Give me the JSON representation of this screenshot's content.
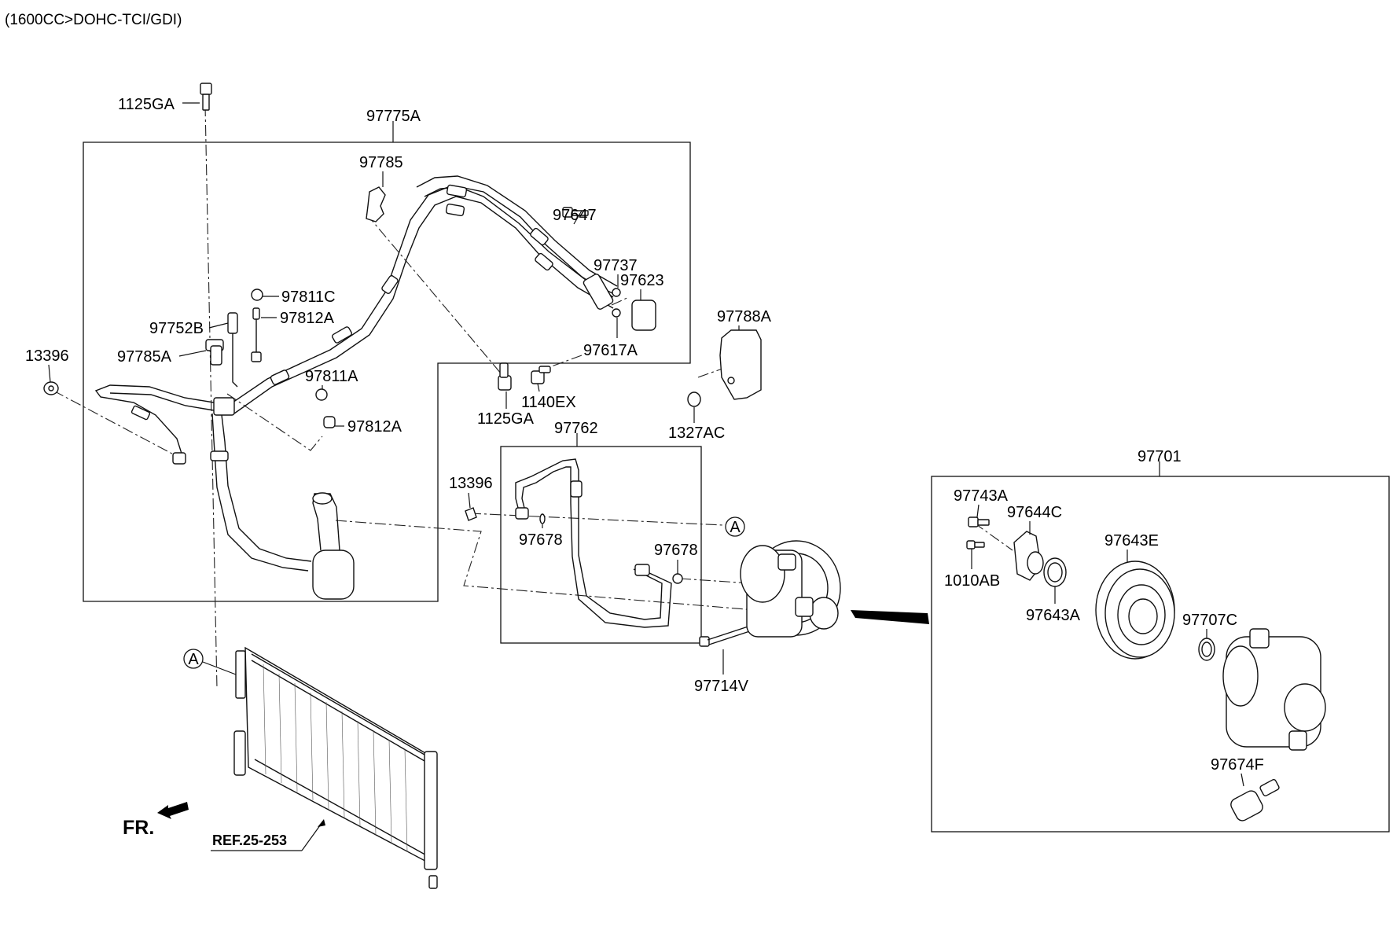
{
  "header": {
    "engine_spec": "(1600CC>DOHC-TCI/GDI)"
  },
  "parts": {
    "p1125GA_top": "1125GA",
    "p97775A": "97775A",
    "p97785": "97785",
    "p97647": "97647",
    "p97737": "97737",
    "p97623": "97623",
    "p97811C": "97811C",
    "p97812A_top": "97812A",
    "p97752B": "97752B",
    "p97785A": "97785A",
    "p13396_left": "13396",
    "p97617A": "97617A",
    "p97811A": "97811A",
    "p97812A_low": "97812A",
    "p1140EX": "1140EX",
    "p1125GA_low": "1125GA",
    "p97788A": "97788A",
    "p1327AC": "1327AC",
    "p97762": "97762",
    "p13396_mid": "13396",
    "p97678_a": "97678",
    "p97678_b": "97678",
    "p97714V": "97714V",
    "p97701": "97701",
    "p97743A": "97743A",
    "p97644C": "97644C",
    "p1010AB": "1010AB",
    "p97643E": "97643E",
    "p97643A": "97643A",
    "p97707C": "97707C",
    "p97674F": "97674F"
  },
  "callouts": {
    "ref_a_left": "A",
    "ref_a_right": "A"
  },
  "orientation": {
    "front_label": "FR."
  },
  "reference": {
    "condenser_ref": "REF.25-253"
  }
}
